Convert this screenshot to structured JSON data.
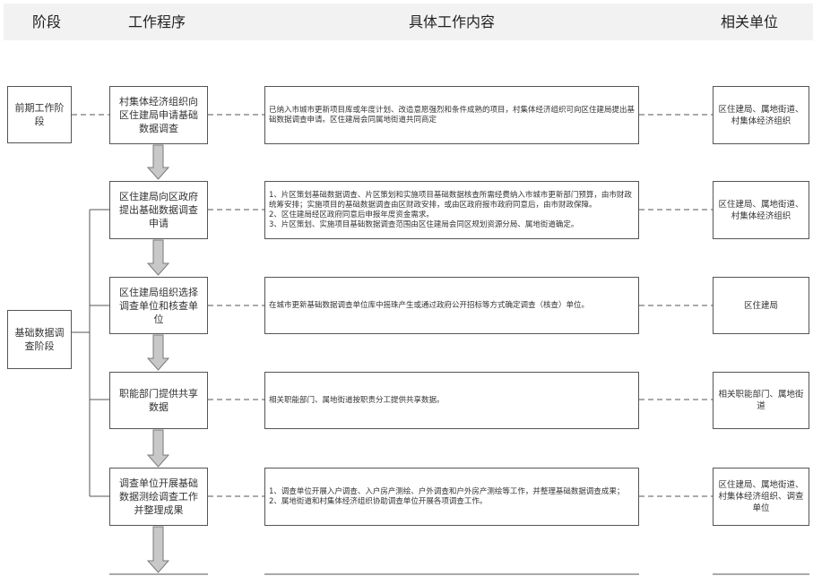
{
  "header": {
    "col_stage": "阶段",
    "col_procedure": "工作程序",
    "col_content": "具体工作内容",
    "col_unit": "相关单位"
  },
  "stages": [
    {
      "label": "前期工作阶段"
    },
    {
      "label": "基础数据调查阶段"
    }
  ],
  "steps": [
    {
      "procedure": "村集体经济组织向区住建局申请基础数据调查",
      "content": "已纳入市城市更新项目库或年度计划、改造意愿强烈和条件成熟的项目，村集体经济组织可向区住建局提出基础数据调查申请。区住建局会同属地街道共同商定",
      "unit": "区住建局、属地街道、村集体经济组织"
    },
    {
      "procedure": "区住建局向区政府提出基础数据调查申请",
      "content": "1、片区策划基础数据调查、片区策划和实施项目基础数据核查所需经费纳入市城市更新部门预算，由市财政统筹安排；实施项目的基础数据调查由区财政安排，或由区政府报市政府同意后，由市财政保障。\n2、区住建局经区政府同意后申报年度资金需求。\n3、片区策划、实施项目基础数据调查范围由区住建局会同区规划资源分局、属地街道确定。",
      "unit": "区住建局、属地街道、村集体经济组织"
    },
    {
      "procedure": "区住建局组织选择调查单位和核查单位",
      "content": "在城市更新基础数据调查单位库中摇珠产生或通过政府公开招标等方式确定调查（核查）单位。",
      "unit": "区住建局"
    },
    {
      "procedure": "职能部门提供共享数据",
      "content": "相关职能部门、属地街道按职责分工提供共享数据。",
      "unit": "相关职能部门、属地街道"
    },
    {
      "procedure": "调查单位开展基础数据测绘调查工作并整理成果",
      "content": "1、调查单位开展入户调查、入户房产测绘、户外调查和户外房产测绘等工作，并整理基础数据调查成果；\n2、属地街道和村集体经济组织协助调查单位开展各项调查工作。",
      "unit": "区住建局、属地街道、村集体经济组织、调查单位"
    }
  ]
}
